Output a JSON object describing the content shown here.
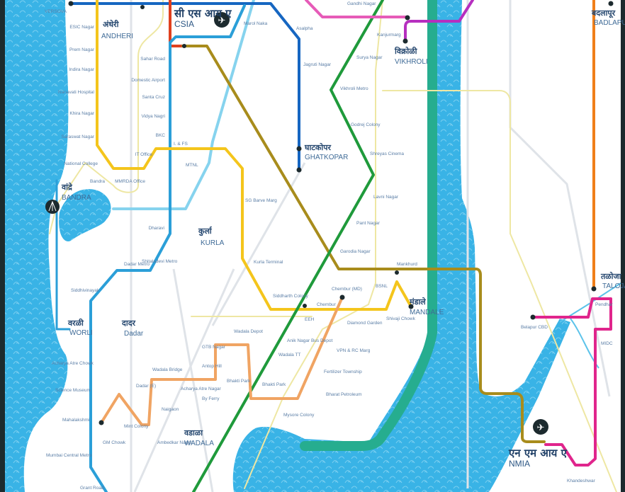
{
  "map": {
    "colors": {
      "sea": "#39b3e6",
      "teal_line": "#26ad8f",
      "line_dark_blue": "#1666c1",
      "line_aqua": "#2b9fd8",
      "line_light_cyan": "#86d3ee",
      "line_yellow": "#f4c51c",
      "line_olive": "#a88c1c",
      "line_green": "#1f9a3b",
      "line_red": "#e0401e",
      "line_pink": "#e65bb8",
      "line_purple": "#b62fbf",
      "line_orange": "#f07f1a",
      "line_light_orange": "#f0a463",
      "line_magenta": "#e0258c",
      "line_pale_yellow": "#eee7a3"
    },
    "icons": [
      "airport-icon",
      "airport-icon",
      "sea-link-icon"
    ],
    "airports": [
      {
        "hi": "सी एस आय ए",
        "en": "CSIA"
      },
      {
        "hi": "एन एम आय ए",
        "en": "NMIA"
      }
    ],
    "areas": [
      {
        "hi": "अंधेरी",
        "en": "ANDHERI"
      },
      {
        "hi": "कुर्ला",
        "en": "KURLA"
      },
      {
        "hi": "घाटकोपर",
        "en": "GHATKOPAR"
      },
      {
        "hi": "विक्रोळी",
        "en": "VIKHROLI"
      },
      {
        "hi": "वांद्रे",
        "en": "BANDRA"
      },
      {
        "hi": "वरळी",
        "en": "WORLI"
      },
      {
        "hi": "दादर",
        "en": "Dadar"
      },
      {
        "hi": "वडाळा",
        "en": "WADALA"
      },
      {
        "hi": "मंडाले",
        "en": "MANDALE"
      },
      {
        "hi": "बदलापूर",
        "en": "BADLAPUR"
      },
      {
        "hi": "तळोजा",
        "en": "TALOJA"
      }
    ],
    "stations": [
      "VERSOVA",
      "ESIC Nagar",
      "Prem Nagar",
      "Indira Nagar",
      "Nanavati Hospital",
      "Khira Nagar",
      "Saraswat Nagar",
      "National College",
      "Bandra",
      "Sahar Road",
      "Domestic Airport",
      "Santa Cruz",
      "Vidya Nagri",
      "BKC",
      "IT Office",
      "MMRDA Office",
      "I. & FS",
      "MTNL",
      "Marol Naka",
      "Asalpha",
      "Jagruti Nagar",
      "SG Barve Marg",
      "Dharavi",
      "Kurla Terminal",
      "Siddharth Colony",
      "EEH",
      "Chembur",
      "Chembur (MD)",
      "BSNL",
      "Shivaji Chowk",
      "Diamond Garden",
      "Mankhurd",
      "Anik Nagar Bus Depot",
      "VPN & RC Marg",
      "Wadala TT",
      "Fertilizer Township",
      "Bhakti Park",
      "Bharat Petroleum",
      "Mysore Colony",
      "Bhakti Park",
      "Wadala Depot",
      "GTB Nagar",
      "Antop Hill",
      "Acharya Atre Nagar",
      "By Ferry",
      "Wadala Bridge",
      "Dadar (E)",
      "Naigaon",
      "Ambedkar Nagar",
      "Mint Colony",
      "GM Chowk",
      "Dadar Metro",
      "Shitaladevi Metro",
      "Siddhivinayak",
      "Acharya Atre Chowk",
      "Science Museum",
      "Mahalakshmi",
      "Mumbai Central Metro",
      "Grant Road",
      "Gandhi Nagar",
      "Kanjurmarg",
      "Surya Nagar",
      "Vikhroli Metro",
      "Godrej Colony",
      "Shreyas Cinema",
      "Lavni Nagar",
      "Pant Nagar",
      "Garodia Nagar",
      "Pendhar",
      "MIDC",
      "Belapur CBD",
      "Khandeshwar"
    ]
  }
}
